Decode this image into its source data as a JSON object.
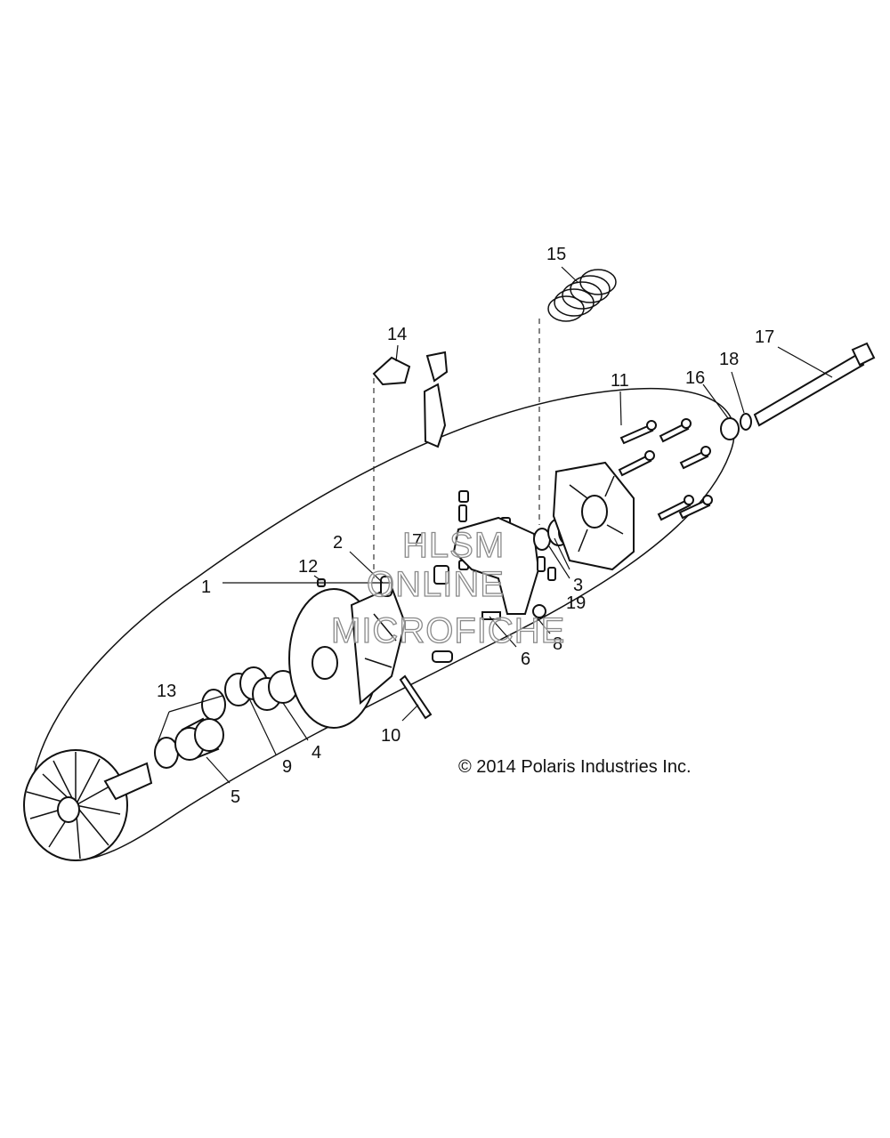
{
  "callouts": {
    "c1": "1",
    "c2": "2",
    "c3": "3",
    "c4": "4",
    "c5": "5",
    "c6": "6",
    "c7": "7",
    "c8": "8",
    "c9": "9",
    "c10": "10",
    "c11": "11",
    "c12": "12",
    "c13": "13",
    "c14": "14",
    "c15": "15",
    "c16": "16",
    "c17": "17",
    "c18": "18",
    "c19": "19"
  },
  "copyright": "© 2014 Polaris Industries Inc.",
  "watermark": {
    "line1": "HLSM",
    "line2": "ONLINE",
    "line3": "MICROFICHE"
  }
}
